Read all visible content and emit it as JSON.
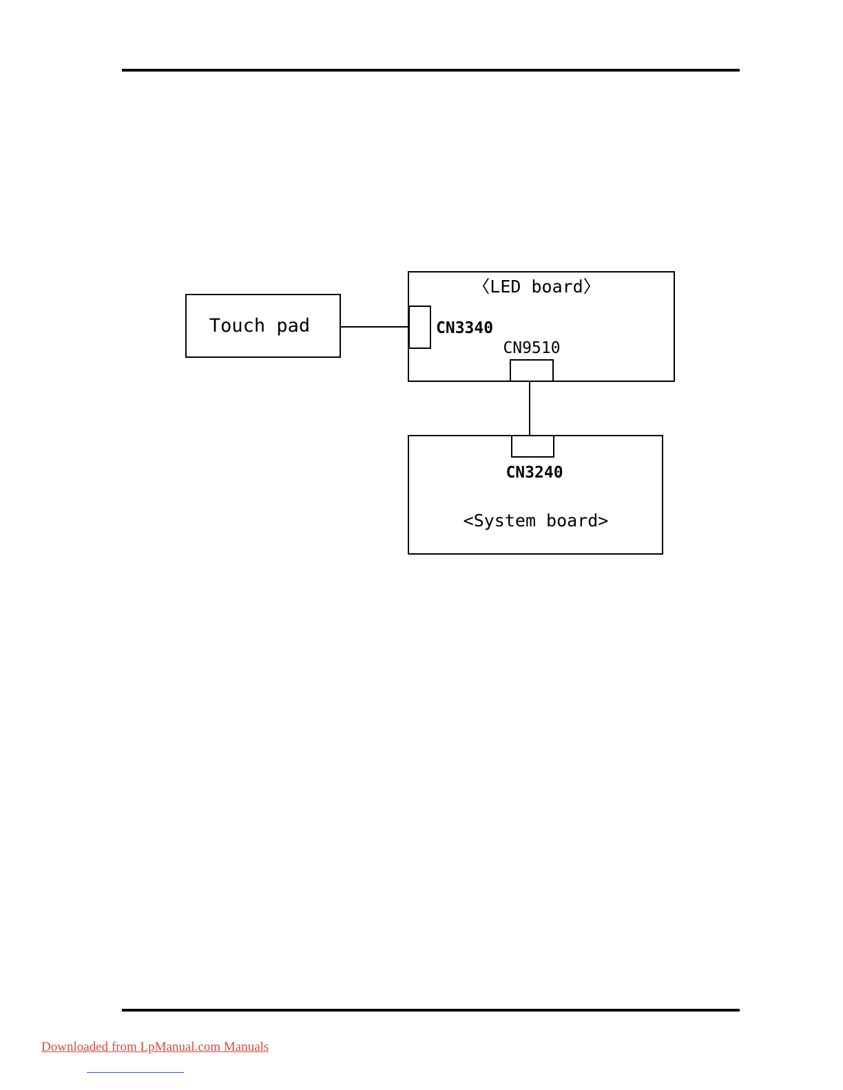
{
  "diagram": {
    "touch_pad_label": "Touch pad",
    "led_board_label": "〈LED board〉",
    "cn3340_label": "CN3340",
    "cn9510_label": "CN9510",
    "cn3240_label": "CN3240",
    "system_board_label": "<System board>"
  },
  "footer": {
    "link_text": "Downloaded from LpManual.com Manuals",
    "link_color": "#e0463c"
  }
}
